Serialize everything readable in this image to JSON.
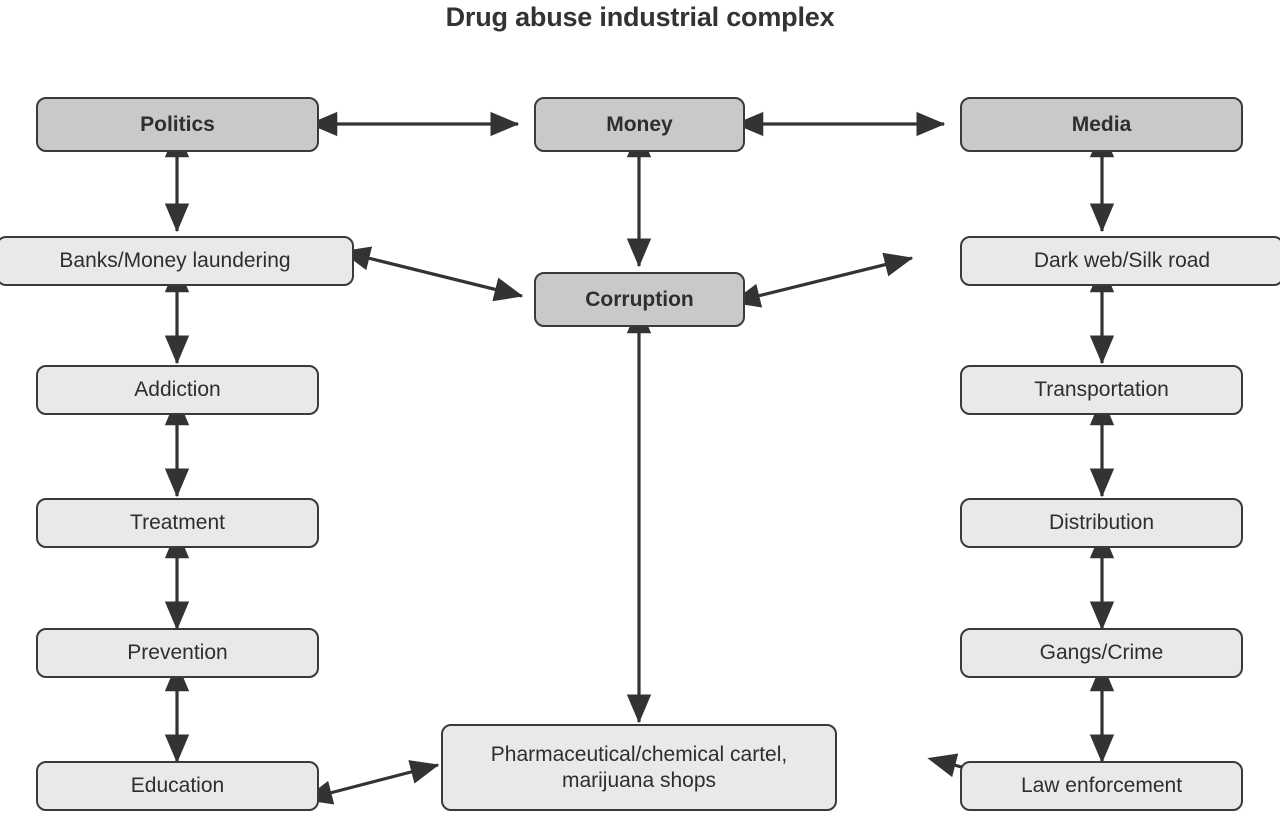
{
  "title": "Drug abuse industrial complex",
  "colors": {
    "background": "#ffffff",
    "node_fill_light": "#e9e9e9",
    "node_fill_dark": "#c9c9c9",
    "node_border": "#3a3a3a",
    "arrow": "#333333",
    "text": "#2e2e2e",
    "title_text": "#333333"
  },
  "nodes": {
    "politics": {
      "label": "Politics",
      "emphasis": "dark"
    },
    "money": {
      "label": "Money",
      "emphasis": "dark"
    },
    "media": {
      "label": "Media",
      "emphasis": "dark"
    },
    "corruption": {
      "label": "Corruption",
      "emphasis": "dark"
    },
    "banks": {
      "label": "Banks/Money laundering",
      "emphasis": "light"
    },
    "addiction": {
      "label": "Addiction",
      "emphasis": "light"
    },
    "treatment": {
      "label": "Treatment",
      "emphasis": "light"
    },
    "prevention": {
      "label": "Prevention",
      "emphasis": "light"
    },
    "education": {
      "label": "Education",
      "emphasis": "light"
    },
    "darkweb": {
      "label": "Dark web/Silk road",
      "emphasis": "light"
    },
    "transportation": {
      "label": "Transportation",
      "emphasis": "light"
    },
    "distribution": {
      "label": "Distribution",
      "emphasis": "light"
    },
    "gangs": {
      "label": "Gangs/Crime",
      "emphasis": "light"
    },
    "lawenforcement": {
      "label": "Law enforcement",
      "emphasis": "light"
    },
    "pharma_line1": "Pharmaceutical/chemical cartel,",
    "pharma_line2": "marijuana shops",
    "pharma": {
      "label": "Pharmaceutical/chemical cartel, marijuana shops",
      "emphasis": "light"
    }
  },
  "connections": [
    {
      "from": "politics",
      "to": "money",
      "style": "double-headed",
      "orientation": "horizontal"
    },
    {
      "from": "money",
      "to": "media",
      "style": "double-headed",
      "orientation": "horizontal"
    },
    {
      "from": "politics",
      "to": "banks",
      "style": "double-headed",
      "orientation": "vertical"
    },
    {
      "from": "money",
      "to": "corruption",
      "style": "double-headed",
      "orientation": "vertical"
    },
    {
      "from": "media",
      "to": "darkweb",
      "style": "double-headed",
      "orientation": "vertical"
    },
    {
      "from": "banks",
      "to": "corruption",
      "style": "double-headed",
      "orientation": "diagonal"
    },
    {
      "from": "corruption",
      "to": "darkweb",
      "style": "double-headed",
      "orientation": "diagonal"
    },
    {
      "from": "banks",
      "to": "addiction",
      "style": "double-headed",
      "orientation": "vertical"
    },
    {
      "from": "addiction",
      "to": "treatment",
      "style": "double-headed",
      "orientation": "vertical"
    },
    {
      "from": "treatment",
      "to": "prevention",
      "style": "double-headed",
      "orientation": "vertical"
    },
    {
      "from": "prevention",
      "to": "education",
      "style": "double-headed",
      "orientation": "vertical"
    },
    {
      "from": "darkweb",
      "to": "transportation",
      "style": "double-headed",
      "orientation": "vertical"
    },
    {
      "from": "transportation",
      "to": "distribution",
      "style": "double-headed",
      "orientation": "vertical"
    },
    {
      "from": "distribution",
      "to": "gangs",
      "style": "double-headed",
      "orientation": "vertical"
    },
    {
      "from": "gangs",
      "to": "lawenforcement",
      "style": "double-headed",
      "orientation": "vertical"
    },
    {
      "from": "corruption",
      "to": "pharma",
      "style": "double-headed",
      "orientation": "vertical"
    },
    {
      "from": "education",
      "to": "pharma",
      "style": "double-headed",
      "orientation": "diagonal"
    },
    {
      "from": "pharma",
      "to": "lawenforcement",
      "style": "double-headed",
      "orientation": "diagonal"
    }
  ]
}
